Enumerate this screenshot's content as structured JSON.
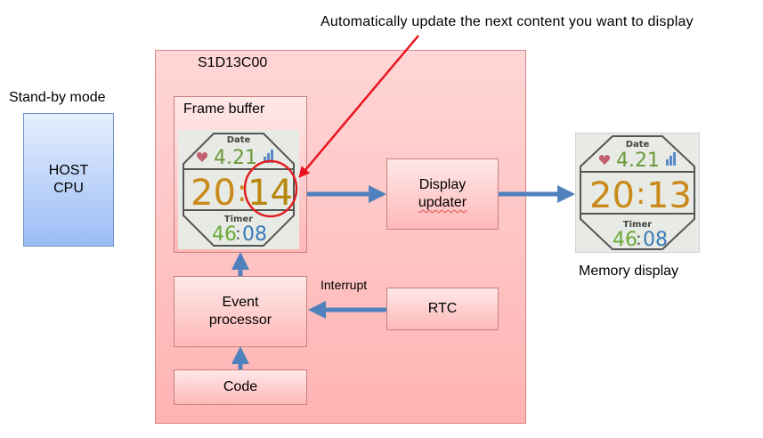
{
  "annotation": {
    "text": "Automatically update the next content you want to display",
    "arrow_color": "#e8141e"
  },
  "host": {
    "caption": "Stand-by mode",
    "line1": "HOST",
    "line2": "CPU"
  },
  "chip": {
    "title": "S1D13C00",
    "frame_buffer": "Frame buffer",
    "display_updater_line1": "Display",
    "display_updater_line2": "updater",
    "event_processor_line1": "Event",
    "event_processor_line2": "processor",
    "code": "Code",
    "rtc": "RTC",
    "interrupt": "Interrupt"
  },
  "memory_display": {
    "label": "Memory display"
  },
  "watch_frame": {
    "date_label": "Date",
    "date_value": "4.21",
    "hours": "20",
    "minutes": "14",
    "timer_label": "Timer",
    "timer_min": "46",
    "timer_sec": "08"
  },
  "watch_display": {
    "date_label": "Date",
    "date_value": "4.21",
    "hours": "20",
    "minutes": "13",
    "timer_label": "Timer",
    "timer_min": "46",
    "timer_sec": "08"
  },
  "colors": {
    "arrow_blue": "#4f81bd",
    "hours": "#c98a1a",
    "minutes": "#b8860b",
    "date_value": "#6a9a3a",
    "timer_min": "#6aaa3a",
    "timer_sec": "#3a7ab8",
    "heart": "#c06070",
    "highlight_circle": "#e02020"
  }
}
